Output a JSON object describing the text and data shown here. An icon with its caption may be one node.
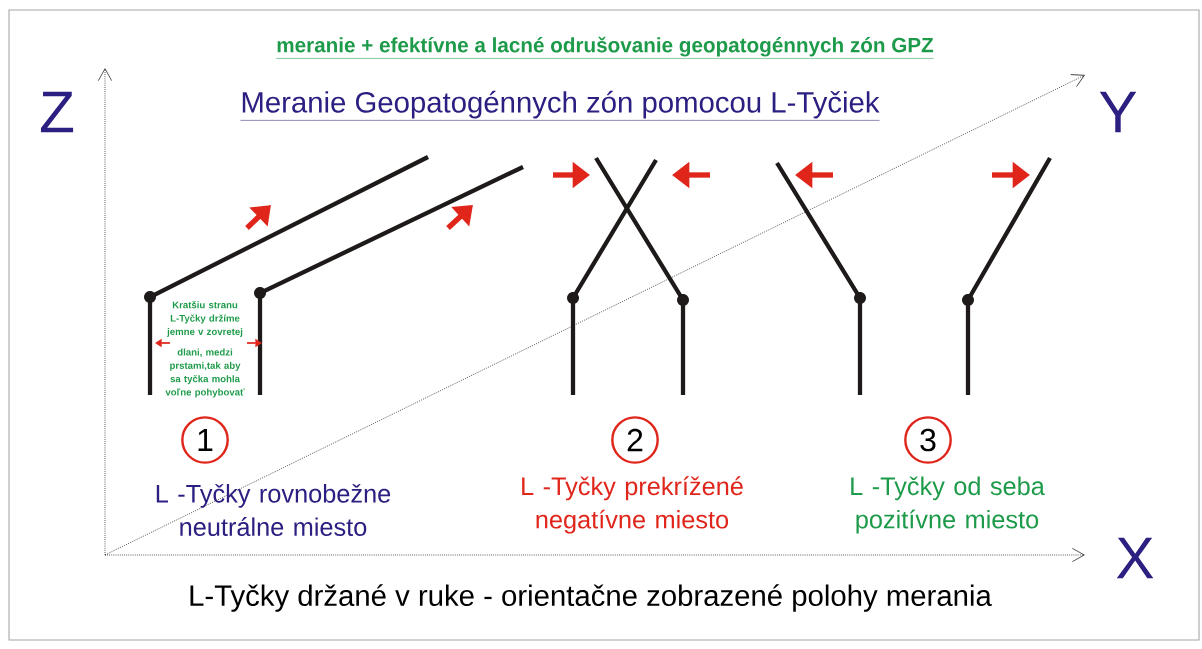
{
  "diagram": {
    "title": "Meranie Geopatogénnych zón pomocou L-Tyčiek",
    "caption": "L-Tyčky držané v ruke - orientačne zobrazené polohy merania",
    "labels": [
      "meranie + efektívne a lacné odrušovanie geopatogénnych zón GPZ",
      "Z",
      "Y",
      "Kratšiu stranu L-Tyčky držíme jemne v zovretej",
      "dlani, medzi prstami,tak aby sa tyčka mohla voľne pohybovať",
      "1",
      "2",
      "3",
      "L -Tyčky rovnobežne neutrálne miesto",
      "L -Tyčky prekrížené negatívne miesto",
      "L -Tyčky od seba pozitívne miesto",
      "X"
    ]
  }
}
